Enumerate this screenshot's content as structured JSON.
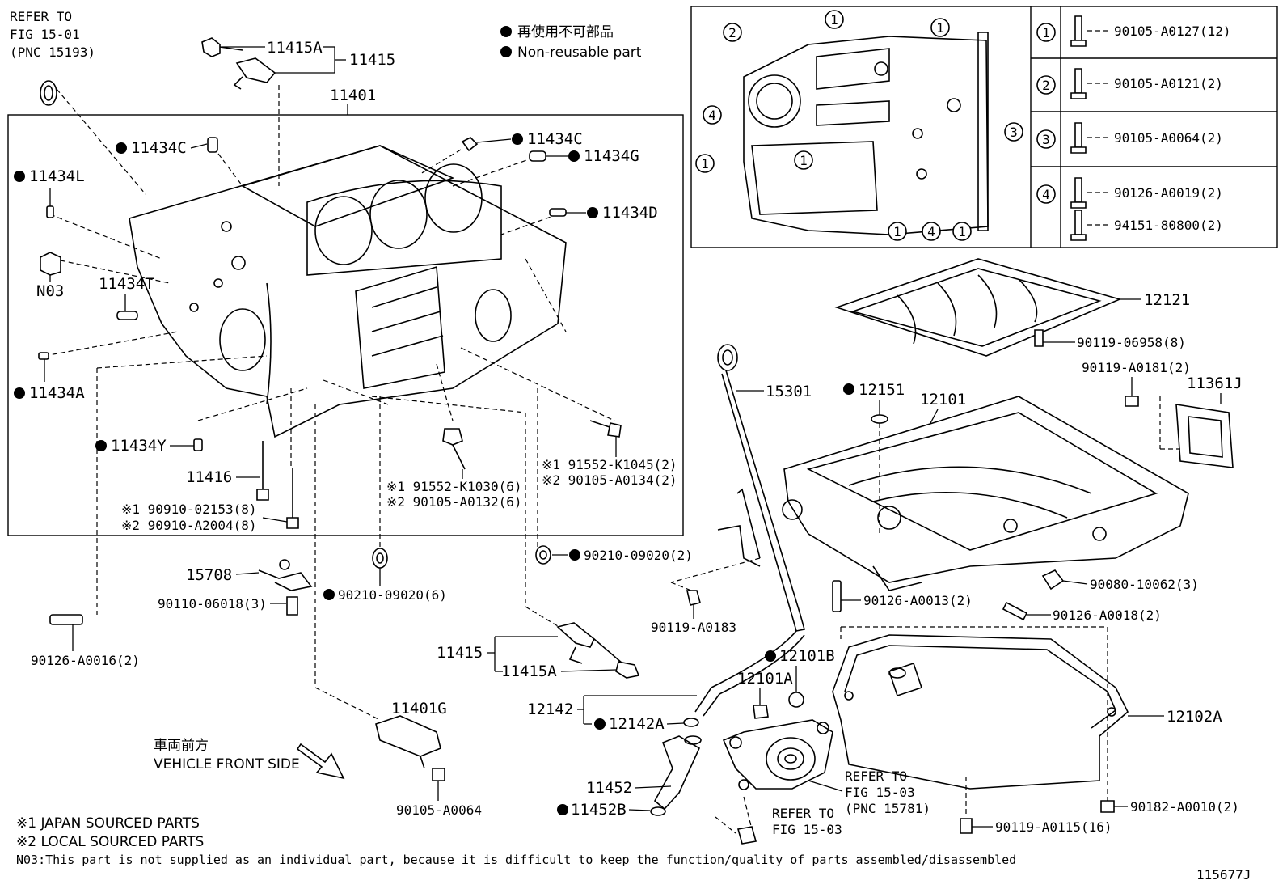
{
  "legend": {
    "japanese": "再使用不可部品",
    "english": "Non-reusable part"
  },
  "refer_top_left": [
    "REFER TO",
    "FIG 15-01",
    "(PNC 15193)"
  ],
  "refer_bottom_1": [
    "REFER TO",
    "FIG 15-03",
    "(PNC 15781)"
  ],
  "refer_bottom_2": [
    "REFER TO",
    "FIG 15-03"
  ],
  "vehicle_front": {
    "japanese": "車両前方",
    "english": "VEHICLE FRONT SIDE"
  },
  "footnotes": [
    "※1 JAPAN SOURCED PARTS",
    "※2 LOCAL SOURCED PARTS",
    "N03:This part is not supplied as an individual part, because it is difficult to keep the function/quality of parts assembled/disassembled"
  ],
  "figure_id": "115677J",
  "labels": {
    "p11415A_top": "11415A",
    "p11415_top": "11415",
    "p11401": "11401",
    "p11434C_left": "11434C",
    "p11434C_right": "11434C",
    "p11434G": "11434G",
    "p11434L": "11434L",
    "p11434D": "11434D",
    "pN03": "N03",
    "p11434T": "11434T",
    "p11434A": "11434A",
    "p11434Y": "11434Y",
    "p11416": "11416",
    "p90910_1": "※1 90910-02153(8)",
    "p90910_2": "※2 90910-A2004(8)",
    "p91552_1030": "※1 91552-K1030(6)",
    "p90105_0132": "※2 90105-A0132(6)",
    "p91552_1045": "※1 91552-K1045(2)",
    "p90105_0134": "※2 90105-A0134(2)",
    "p15708": "15708",
    "p90110": "90110-06018(3)",
    "p90210_6": "90210-09020(6)",
    "p90210_2": "90210-09020(2)",
    "p90126_0016": "90126-A0016(2)",
    "p11415_bot": "11415",
    "p11415A_bot": "11415A",
    "p11401G": "11401G",
    "p90105_0064_bot": "90105-A0064",
    "p15301": "15301",
    "p12151": "12151",
    "p12101": "12101",
    "p12121": "12121",
    "p90119_06958": "90119-06958(8)",
    "p90119_0181": "90119-A0181(2)",
    "p11361J": "11361J",
    "p90119_0183": "90119-A0183",
    "p90126_0013": "90126-A0013(2)",
    "p90080": "90080-10062(3)",
    "p90126_0018": "90126-A0018(2)",
    "p12101B": "12101B",
    "p12101A": "12101A",
    "p12142": "12142",
    "p12142A": "12142A",
    "p12102A": "12102A",
    "p11452": "11452",
    "p11452B": "11452B",
    "p90182": "90182-A0010(2)",
    "p90119_0115": "90119-A0115(16)"
  },
  "bolt_table": [
    {
      "num": "1",
      "parts": [
        "90105-A0127(12)"
      ]
    },
    {
      "num": "2",
      "parts": [
        "90105-A0121(2)"
      ]
    },
    {
      "num": "3",
      "parts": [
        "90105-A0064(2)"
      ]
    },
    {
      "num": "4",
      "parts": [
        "90126-A0019(2)",
        "94151-80800(2)"
      ]
    }
  ],
  "inset_callouts": [
    "2",
    "1",
    "1",
    "4",
    "1",
    "1",
    "3",
    "1",
    "4",
    "1"
  ]
}
